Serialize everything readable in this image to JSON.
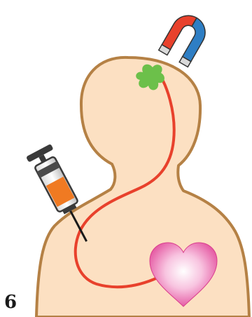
{
  "panel": {
    "number": "6"
  },
  "figure": {
    "elements": [
      {
        "name": "person-silhouette",
        "icon": "human-upper-body"
      },
      {
        "name": "magnet-icon",
        "icon": "horseshoe-magnet"
      },
      {
        "name": "brain-target-icon",
        "icon": "green-blob"
      },
      {
        "name": "syringe-icon",
        "icon": "syringe"
      },
      {
        "name": "heart-icon",
        "icon": "heart"
      },
      {
        "name": "catheter-path",
        "icon": "red-line"
      }
    ],
    "colors": {
      "skin": "#FCE0C2",
      "outline": "#B58145",
      "catheter": "#E8412C",
      "magnet_red": "#E8412C",
      "magnet_blue": "#2E7EC4",
      "target_green": "#6CC04A",
      "syringe_orange": "#F07A22",
      "heart_pink": "#EE6FAE"
    }
  }
}
